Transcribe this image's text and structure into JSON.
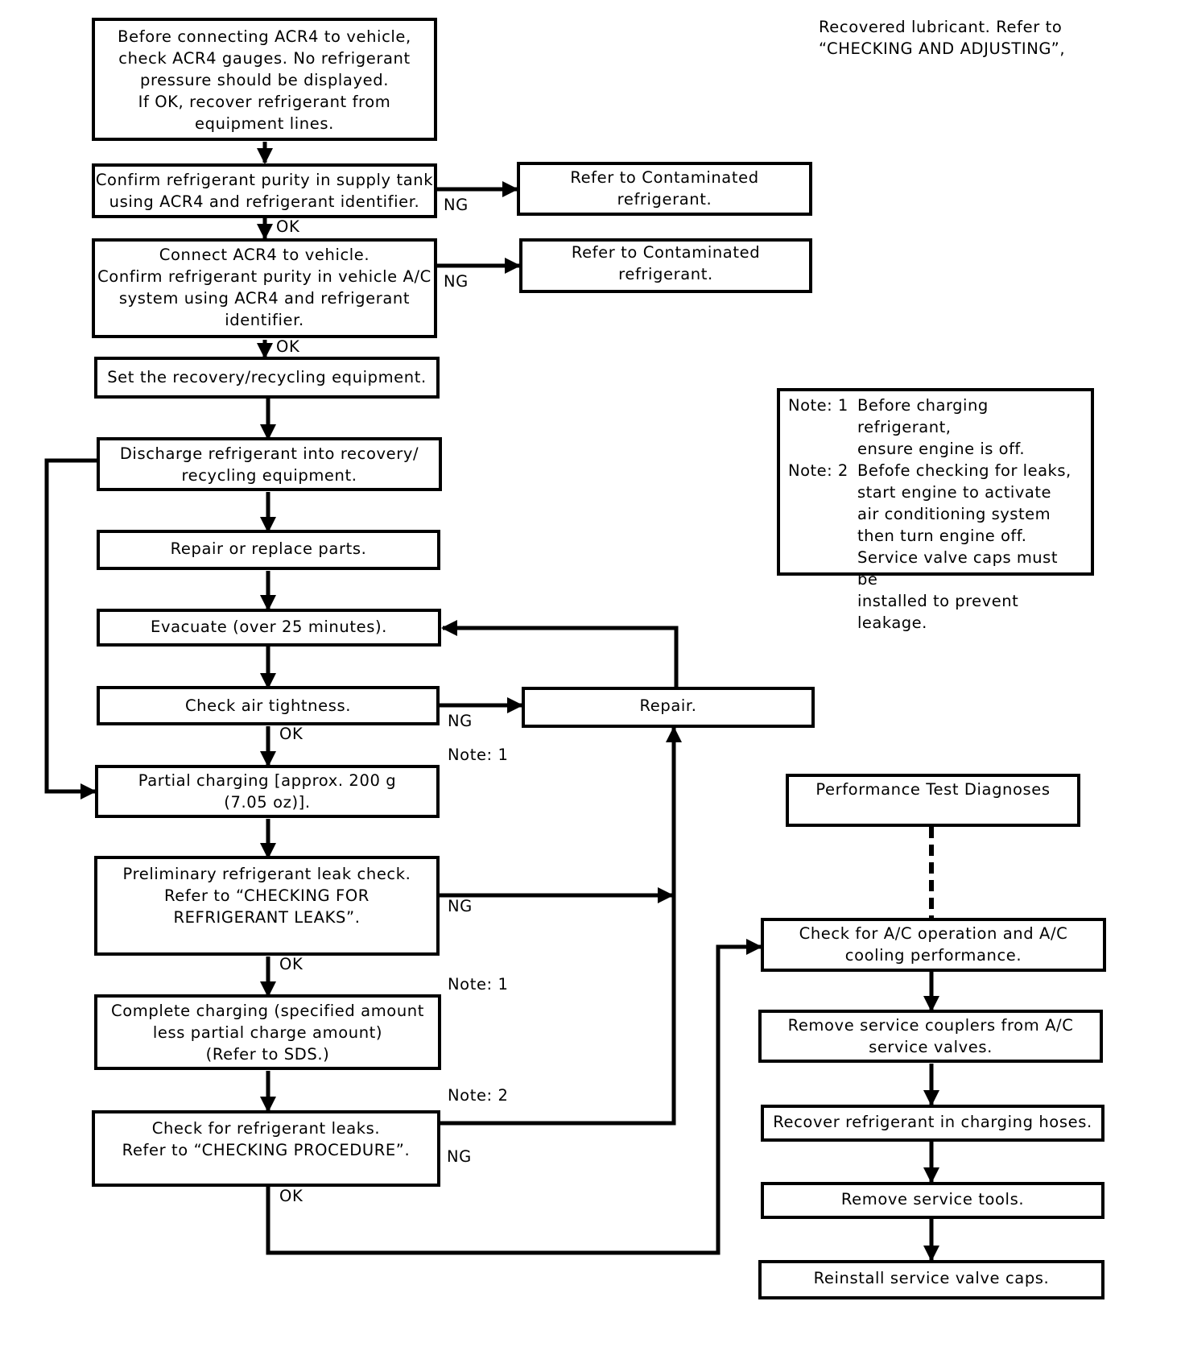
{
  "header_note": "Recovered lubricant. Refer to\n“CHECKING AND ADJUSTING”,",
  "steps": {
    "s1": "Before connecting ACR4 to vehicle,\ncheck ACR4 gauges. No refrigerant\npressure should be displayed.\nIf OK, recover refrigerant from\nequipment lines.",
    "s2": "Confirm refrigerant purity in supply tank\nusing ACR4 and refrigerant identifier.",
    "s3": "Connect ACR4 to vehicle.\nConfirm refrigerant purity in vehicle A/C\nsystem using ACR4 and refrigerant\nidentifier.",
    "s4": "Set the recovery/recycling equipment.",
    "s5": "Discharge refrigerant into recovery/\nrecycling equipment.",
    "s6": "Repair or replace parts.",
    "s7": "Evacuate (over 25 minutes).",
    "s8": "Check air tightness.",
    "s9": "Partial charging [approx. 200 g\n(7.05 oz)].",
    "s10": "Preliminary refrigerant leak check.\nRefer to “CHECKING FOR\nREFRIGERANT LEAKS”.",
    "s11": "Complete charging (specified amount\nless partial charge amount)\n(Refer to SDS.)",
    "s12": "Check for refrigerant leaks.\nRefer to “CHECKING PROCEDURE”.",
    "contam1": "Refer to Contaminated\nrefrigerant.",
    "contam2": "Refer to Contaminated\nrefrigerant.",
    "repair": "Repair.",
    "perf": "Performance Test Diagnoses",
    "r1": "Check for A/C operation and A/C\ncooling performance.",
    "r2": "Remove service couplers from A/C\nservice valves.",
    "r3": "Recover refrigerant in charging hoses.",
    "r4": "Remove service tools.",
    "r5": "Reinstall service valve caps."
  },
  "labels": {
    "ok": "OK",
    "ng": "NG",
    "note1": "Note: 1",
    "note2": "Note: 2"
  },
  "notes_box": {
    "note1_key": "Note: 1",
    "note1_text": "Before charging refrigerant,\nensure engine is off.",
    "note2_key": "Note: 2",
    "note2_text": "Befofe checking for leaks,\nstart engine to activate\nair conditioning system\nthen turn engine off.\nService valve caps must be\ninstalled to prevent leakage."
  }
}
